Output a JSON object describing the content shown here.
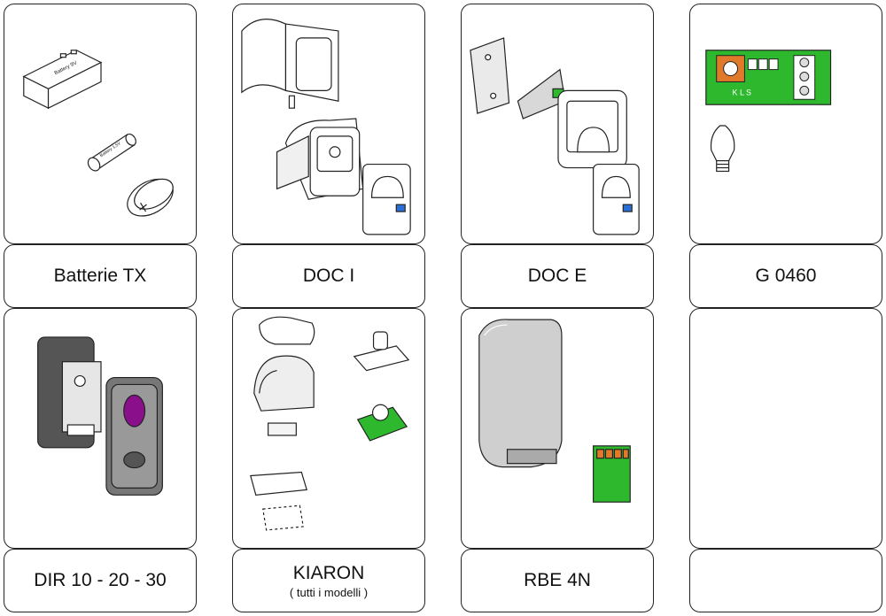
{
  "products": [
    {
      "label": "Batterie TX",
      "sub": "",
      "picture": "batteries-illustration"
    },
    {
      "label": "DOC I",
      "sub": "",
      "picture": "doc-i-photocell-illustration"
    },
    {
      "label": "DOC E",
      "sub": "",
      "picture": "doc-e-photocell-illustration"
    },
    {
      "label": "G 0460",
      "sub": "",
      "picture": "g0460-board-and-bulb-illustration"
    },
    {
      "label": "DIR 10 - 20 - 30",
      "sub": "",
      "picture": "dir-photocell-illustration"
    },
    {
      "label": "KIARON",
      "sub": "( tutti i modelli )",
      "picture": "kiaron-lamp-exploded-illustration"
    },
    {
      "label": "RBE 4N",
      "sub": "",
      "picture": "rbe4n-receiver-illustration"
    },
    {
      "label": "",
      "sub": "",
      "picture": "empty"
    }
  ],
  "image_text": {
    "battery_9v": "Battery 9V",
    "battery_1v": "Battery 1,5V",
    "g0460_board": "K L S"
  },
  "colors": {
    "board_green": "#2eb82e",
    "relay_orange": "#e07a2a",
    "button_purple": "#8a0f8a",
    "outline": "#222222"
  }
}
